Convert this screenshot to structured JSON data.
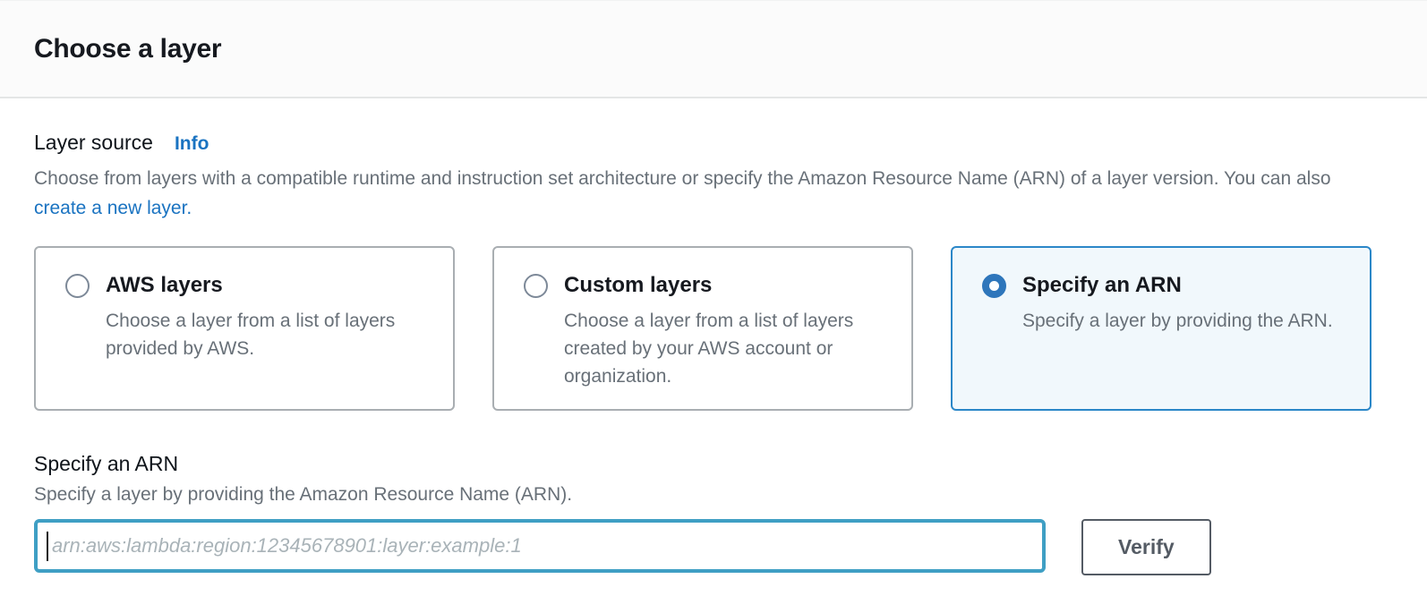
{
  "panel": {
    "title": "Choose a layer"
  },
  "layer_source": {
    "label": "Layer source",
    "info_label": "Info",
    "description": "Choose from layers with a compatible runtime and instruction set architecture or specify the Amazon Resource Name (ARN) of a layer version. You can also ",
    "create_link_text": "create a new layer."
  },
  "options": [
    {
      "label": "AWS layers",
      "description": "Choose a layer from a list of layers provided by AWS.",
      "selected": false
    },
    {
      "label": "Custom layers",
      "description": "Choose a layer from a list of layers created by your AWS account or organization.",
      "selected": false
    },
    {
      "label": "Specify an ARN",
      "description": "Specify a layer by providing the ARN.",
      "selected": true
    }
  ],
  "arn_section": {
    "label": "Specify an ARN",
    "description": "Specify a layer by providing the Amazon Resource Name (ARN).",
    "input_value": "",
    "input_placeholder": "arn:aws:lambda:region:12345678901:layer:example:1",
    "verify_button": "Verify"
  },
  "colors": {
    "link_blue": "#1a73c1",
    "selected_border": "#2b87c8",
    "selected_bg": "#f1f8fc",
    "radio_selected": "#2e76bb",
    "input_focus_border": "#3f9fc4",
    "button_border": "#545b64",
    "heading_text": "#16191f",
    "secondary_text": "#687078"
  }
}
